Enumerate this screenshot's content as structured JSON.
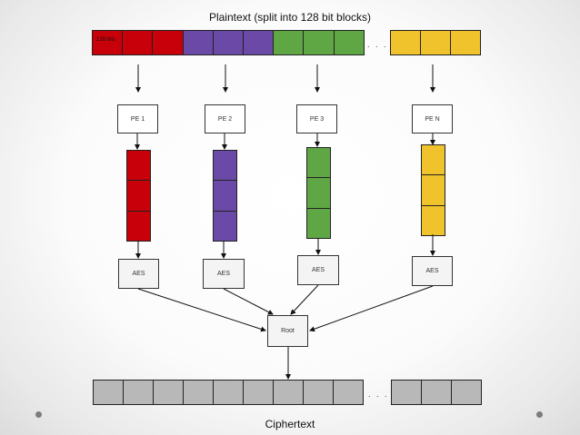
{
  "title": "Plaintext (split into 128 bit blocks)",
  "caption": "Ciphertext",
  "first_block_label": "128 bits",
  "ellipsis": ". . .",
  "pe_labels": [
    "PE 1",
    "PE 2",
    "PE 3",
    "PE N"
  ],
  "aes_label": "AES",
  "root_label": "Root",
  "colors": {
    "red": "#c8000a",
    "purple": "#6a4aa6",
    "green": "#5fa645",
    "yellow": "#f0c22c",
    "gray": "#b8b8b8",
    "border": "#222222"
  }
}
